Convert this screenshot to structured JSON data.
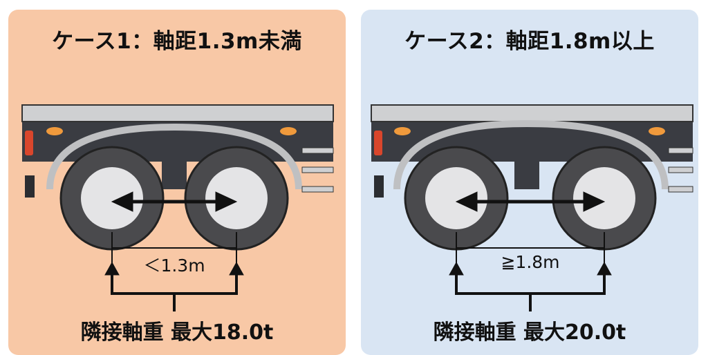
{
  "cases": [
    {
      "title": "ケース1：軸距1.3m未満",
      "spacing_label": "＜1.3m",
      "load_label": "隣接軸重 最大18.0t",
      "background": "#f8c8a6"
    },
    {
      "title": "ケース2：軸距1.8m以上",
      "spacing_label": "≧1.8m",
      "load_label": "隣接軸重 最大20.0t",
      "background": "#d9e5f3"
    }
  ],
  "colors": {
    "tire": "#4a4a4d",
    "hub": "#e4e4e6",
    "chassis": "#3a3c42",
    "deck": "#cfd0d2",
    "lamp": "#f09a3c",
    "tail_light": "#d9462c",
    "line": "#111111"
  }
}
